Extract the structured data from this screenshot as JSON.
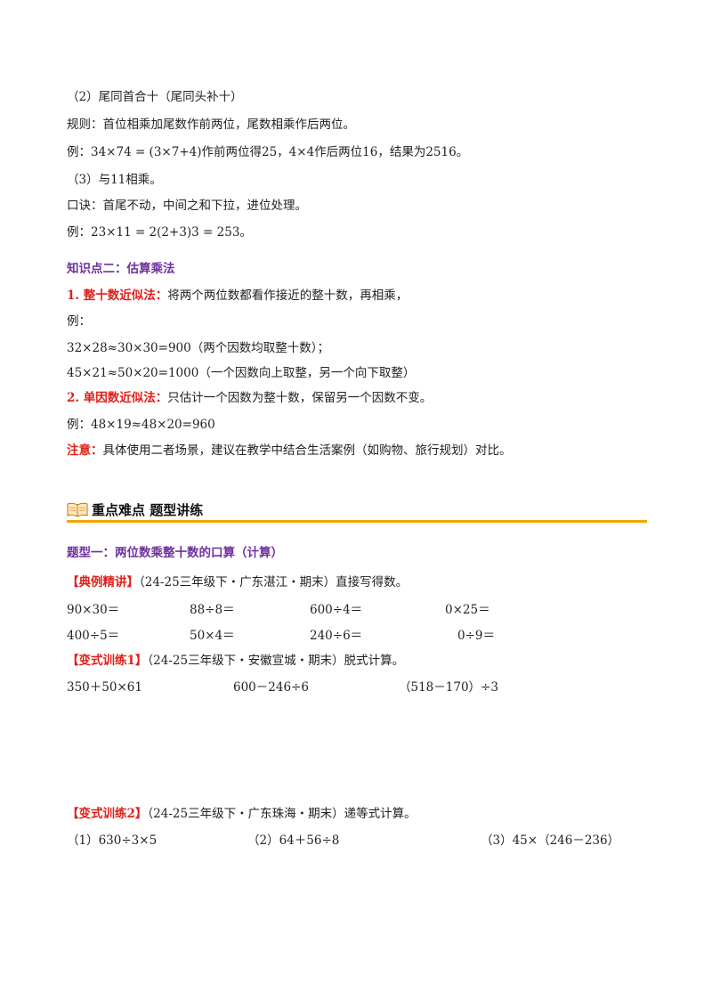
{
  "part1": {
    "sub2_title": "（2）尾同首合十（尾同头补十）",
    "sub2_rule": "规则：首位相乘加尾数作前两位，尾数相乘作后两位。",
    "sub2_example": "例：34×74 = (3×7+4)作前两位得25，4×4作后两位16，结果为2516。",
    "sub3_title": "（3）与11相乘。",
    "sub3_rule": "口诀：首尾不动，中间之和下拉，进位处理。",
    "sub3_example": "例：23×11 = 2(2+3)3 = 253。"
  },
  "part2": {
    "heading": "知识点二：估算乘法",
    "m1_label": "1. 整十数近似法：",
    "m1_text": "将两个两位数都看作接近的整十数，再相乘，",
    "m1_example_label": "例：",
    "m1_ex1": "32×28≈30×30=900（两个因数均取整十数）；",
    "m1_ex2": "45×21≈50×20=1000（一个因数向上取整，另一个向下取整）",
    "m2_label": "2. 单因数近似法：",
    "m2_text": "只估计一个因数为整十数，保留另一个因数不变。",
    "m2_example": "例：48×19≈48×20=960",
    "note_label": "注意：",
    "note_text": "具体使用二者场景，建议在教学中结合生活案例（如购物、旅行规划）对比。"
  },
  "section": {
    "title": "重点难点 题型讲练",
    "rule_color": "#f5a400"
  },
  "type1": {
    "heading": "题型一：两位数乘整十数的口算（计算）",
    "example_label": "【典例精讲】",
    "example_text": "（24-25三年级下・广东湛江・期末）直接写得数。",
    "row1": [
      "90×30＝",
      "88÷8＝",
      "600÷4＝",
      "0×25＝"
    ],
    "row2": [
      "400÷5＝",
      "50×4＝",
      "240÷6＝",
      "0÷9＝"
    ],
    "v1_label": "【变式训练1】",
    "v1_text": "（24-25三年级下・安徽宣城・期末）脱式计算。",
    "v1_items": [
      "350＋50×61",
      "600－246÷6",
      "（518－170）÷3"
    ],
    "v2_label": "【变式训练2】",
    "v2_text": "（24-25三年级下・广东珠海・期末）递等式计算。",
    "v2_items": [
      "（1）630÷3×5",
      "（2）64＋56÷8",
      "（3）45×（246－236）"
    ]
  },
  "colors": {
    "purple": "#7030a0",
    "red": "#e0201a"
  }
}
